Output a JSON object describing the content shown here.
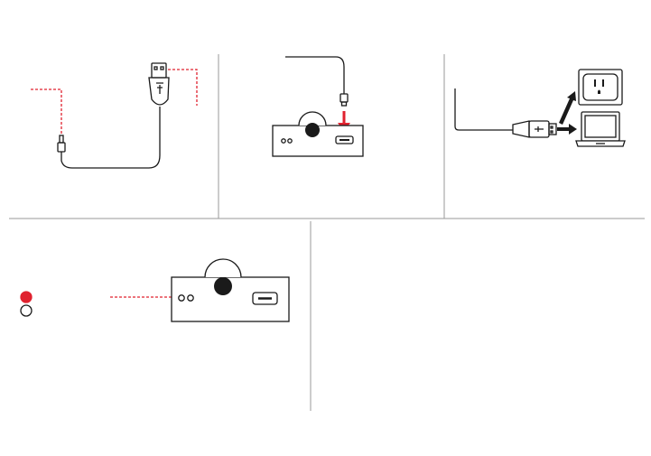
{
  "title": "",
  "colors": {
    "accent_red": "#e0222f",
    "line": "#1a1a1a",
    "divider": "#9a9a9a",
    "device_fill": "#ffffff"
  },
  "panels": [
    {
      "id": "cable",
      "label": ""
    },
    {
      "id": "connect-device",
      "label": ""
    },
    {
      "id": "power-source",
      "label": ""
    },
    {
      "id": "indicator-lights",
      "label": ""
    },
    {
      "id": "notes",
      "label": ""
    }
  ],
  "icons": {
    "usb_plug": "usb-plug-icon",
    "micro_usb_plug": "micro-usb-plug-icon",
    "wall_outlet": "wall-outlet-icon",
    "laptop": "laptop-icon",
    "arrow": "arrow-icon",
    "device": "charging-case-icon",
    "led_on": "led-red-filled-icon",
    "led_off": "led-empty-icon"
  },
  "legend": {
    "led_on_label": "",
    "led_off_label": ""
  }
}
